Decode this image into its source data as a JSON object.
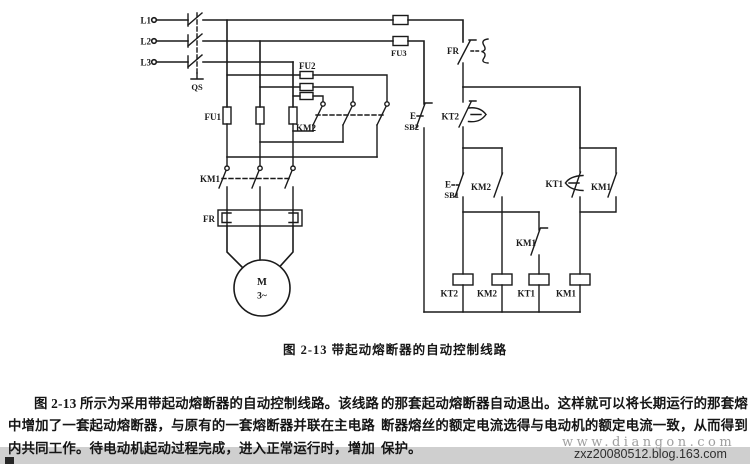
{
  "figure": {
    "caption": "图 2-13  带起动熔断器的自动控制线路"
  },
  "diagram": {
    "labels": {
      "l1": "L1",
      "l2": "L2",
      "l3": "L3",
      "qs": "QS",
      "fu1": "FU1",
      "fu2": "FU2",
      "fu3": "FU3",
      "fr": "FR",
      "km1": "KM1",
      "km2": "KM2",
      "kt1": "KT1",
      "kt2": "KT2",
      "sb1": "SB1",
      "sb2": "SB2",
      "e": "E",
      "motor": "M",
      "motor_phase": "3~"
    }
  },
  "body": {
    "left_column": [
      "图 2-13 所示为采用带起动熔断器的自动控制线路。该线路",
      "中增加了一套起动熔断器，与原有的一套熔断器并联在主电路",
      "内共同工作。待电动机起动过程完成，进入正常运行时，增加"
    ],
    "right_column": [
      "的那套起动熔断器自动退出。这样就可以将长期运行的那套熔",
      "断器熔丝的额定电流选得与电动机的额定电流一致，从而得到",
      "保护。"
    ]
  },
  "watermarks": {
    "site": "www.diangon.com",
    "blog": "zxz20080512.blog.163.com"
  },
  "colors": {
    "ink": "#1a1a1a",
    "band": "#cfcfcf"
  }
}
